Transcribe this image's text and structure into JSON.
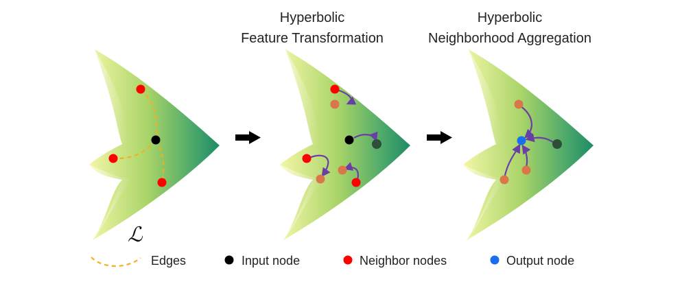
{
  "titles": {
    "panel2": [
      "Hyperbolic",
      "Feature Transformation"
    ],
    "panel3": [
      "Hyperbolic",
      "Neighborhood Aggregation"
    ]
  },
  "manifold_symbol": "ℒ",
  "legend": {
    "edges": "Edges",
    "input_node": "Input node",
    "neighbor_nodes": "Neighbor nodes",
    "output_node": "Output node"
  },
  "colors": {
    "input_node": "#000000",
    "neighbor_node": "#ff0000",
    "transformed_neighbor": "#d9774a",
    "transformed_input": "#2d4f37",
    "output_node": "#1a6ff0",
    "edge": "#f2b01e",
    "arrow": "#6a3fa5",
    "manifold_light": "#f3f6a6",
    "manifold_dark": "#1f8a66"
  }
}
